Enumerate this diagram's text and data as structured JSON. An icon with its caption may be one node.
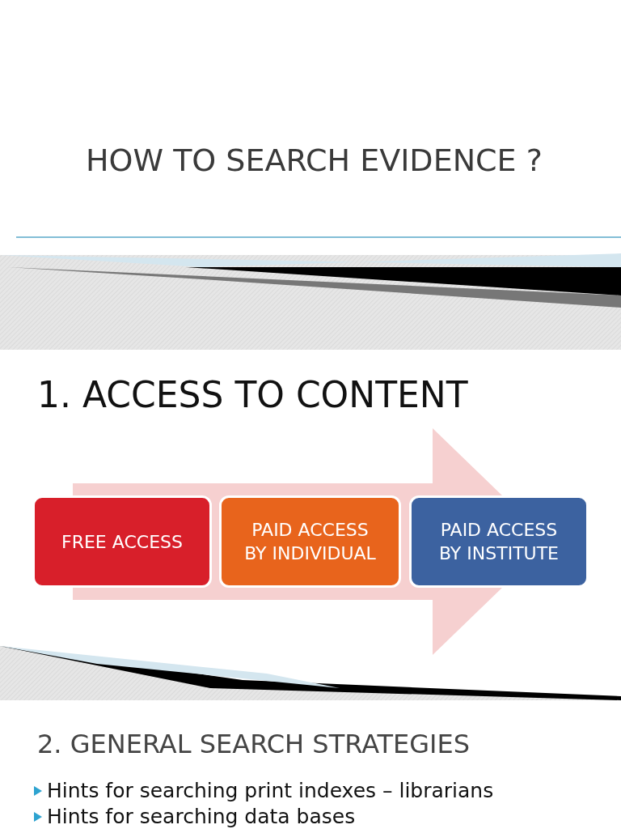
{
  "diagram": {
    "title": "HOW TO SEARCH EVIDENCE ?",
    "nodes": [
      {
        "text": [
          "FREE ACCESS"
        ]
      },
      {
        "text": [
          "PAID ACCESS BY INDIVIDUAL"
        ]
      },
      {
        "text": [
          "PAID ACCESS BY INSTITUTE"
        ]
      }
    ],
    "edges": [
      {
        "from": 0,
        "to": 2,
        "arrow": "to"
      }
    ],
    "labels": [
      "1. ACCESS TO CONTENT",
      "2. GENERAL SEARCH STRATEGIES",
      "Hints for searching print indexes – librarians",
      "Hints for searching data bases"
    ]
  }
}
